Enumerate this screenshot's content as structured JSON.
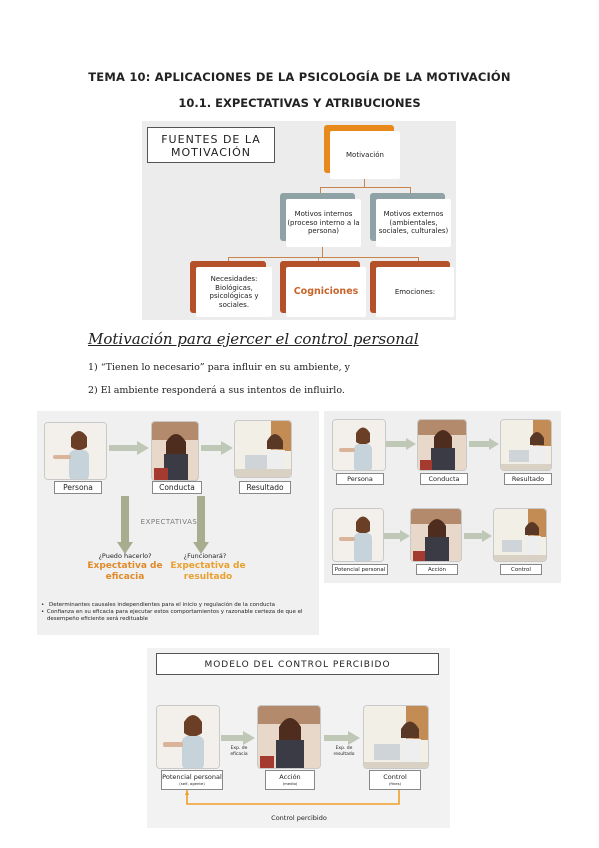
{
  "header": {
    "title": "TEMA 10: APLICACIONES DE LA PSICOLOGÍA DE LA MOTIVACIÓN",
    "subtitle": "10.1. EXPECTATIVAS Y ATRIBUCIONES"
  },
  "diagram1": {
    "title": "FUENTES DE LA MOTIVACIÓN",
    "root": "Motivación",
    "internos": "Motivos internos (proceso interno a la persona)",
    "externos": "Motivos externos (ambientales, sociales, culturales)",
    "necesidades": "Necesidades: Biológicas, psicológicas y sociales.",
    "cogniciones": "Cogniciones",
    "emociones": "Emociones:",
    "colors": {
      "orange": "#e8891c",
      "rust": "#b5512a",
      "gray": "#8fa2a6"
    }
  },
  "section": {
    "heading": "Motivación para ejercer el control personal",
    "line1": "1) “Tienen lo necesario” para influir en su ambiente, y",
    "line2": "2) El ambiente responderá a sus intentos de influirlo."
  },
  "diagram2": {
    "persona": "Persona",
    "conducta": "Conducta",
    "resultado": "Resultado",
    "expectativas": "EXPECTATIVAS",
    "q1": "¿Puedo hacerlo?",
    "exp1": "Expectativa de eficacia",
    "q2": "¿Funcionará?",
    "exp2": "Expectativa de resultado",
    "bullet1": "Determinantes causales independientes para el inicio y regulación de la conducta",
    "bullet2": "Confianza en su eficacia para ejecutar estos comportamientos y razonable certeza de que el desempeño eficiente será redituable"
  },
  "diagram3": {
    "persona": "Persona",
    "conducta": "Conducta",
    "resultado": "Resultado",
    "potencial": "Potencial personal",
    "accion": "Acción",
    "control": "Control"
  },
  "diagram4": {
    "title": "MODELO DEL CONTROL PERCIBIDO",
    "potencial": "Potencial personal",
    "potencial_sub": "(self, agente)",
    "accion": "Acción",
    "accion_sub": "(medio)",
    "control": "Control",
    "control_sub": "(fines)",
    "arrow1": "Exp. de eficacia",
    "arrow2": "Exp. de resultado",
    "bottom": "Control percibido"
  }
}
